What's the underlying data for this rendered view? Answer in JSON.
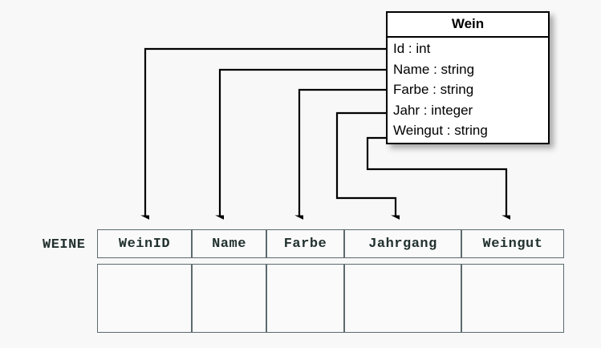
{
  "diagram": {
    "type": "uml-class-to-relational-table-mapping",
    "background_color": "#f8f8f8",
    "line_color": "#000000"
  },
  "class_box": {
    "name": "Wein",
    "border_color": "#000000",
    "fill_color": "#ffffff",
    "attributes": [
      {
        "label": "Id : int",
        "name": "Id",
        "type": "int"
      },
      {
        "label": "Name : string",
        "name": "Name",
        "type": "string"
      },
      {
        "label": "Farbe : string",
        "name": "Farbe",
        "type": "string"
      },
      {
        "label": "Jahr : integer",
        "name": "Jahr",
        "type": "integer"
      },
      {
        "label": "Weingut : string",
        "name": "Weingut",
        "type": "string"
      }
    ]
  },
  "relation": {
    "label": "WEINE",
    "text_color": "#22312f",
    "border_color": "#5c6a6d",
    "columns": [
      {
        "header": "WeinID"
      },
      {
        "header": "Name"
      },
      {
        "header": "Farbe"
      },
      {
        "header": "Jahrgang"
      },
      {
        "header": "Weingut"
      }
    ],
    "rows": [
      [
        "",
        "",
        "",
        "",
        ""
      ]
    ]
  },
  "mappings": [
    {
      "from": "Id : int",
      "to": "WeinID",
      "arrow": "down"
    },
    {
      "from": "Name : string",
      "to": "Name",
      "arrow": "down"
    },
    {
      "from": "Farbe : string",
      "to": "Farbe",
      "arrow": "down"
    },
    {
      "from": "Jahr : integer",
      "to": "Jahrgang",
      "arrow": "down"
    },
    {
      "from": "Weingut : string",
      "to": "Weingut",
      "arrow": "down"
    }
  ]
}
